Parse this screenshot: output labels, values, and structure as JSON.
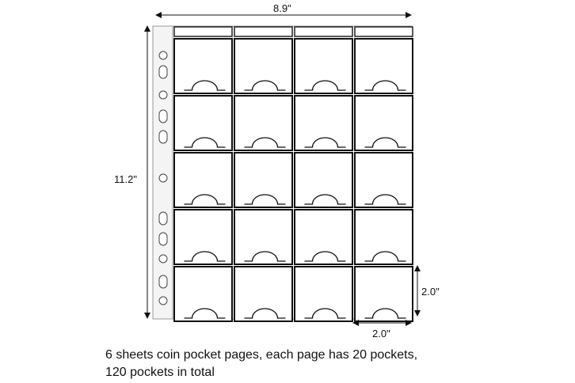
{
  "dimensions": {
    "page_width": "8.9\"",
    "page_height": "11.2\"",
    "pocket_height": "2.0\"",
    "pocket_width": "2.0\""
  },
  "grid": {
    "rows": 5,
    "columns": 4
  },
  "caption": {
    "line1": "6 sheets coin pocket pages, each page has 20 pockets,",
    "line2": "120 pockets in total"
  }
}
